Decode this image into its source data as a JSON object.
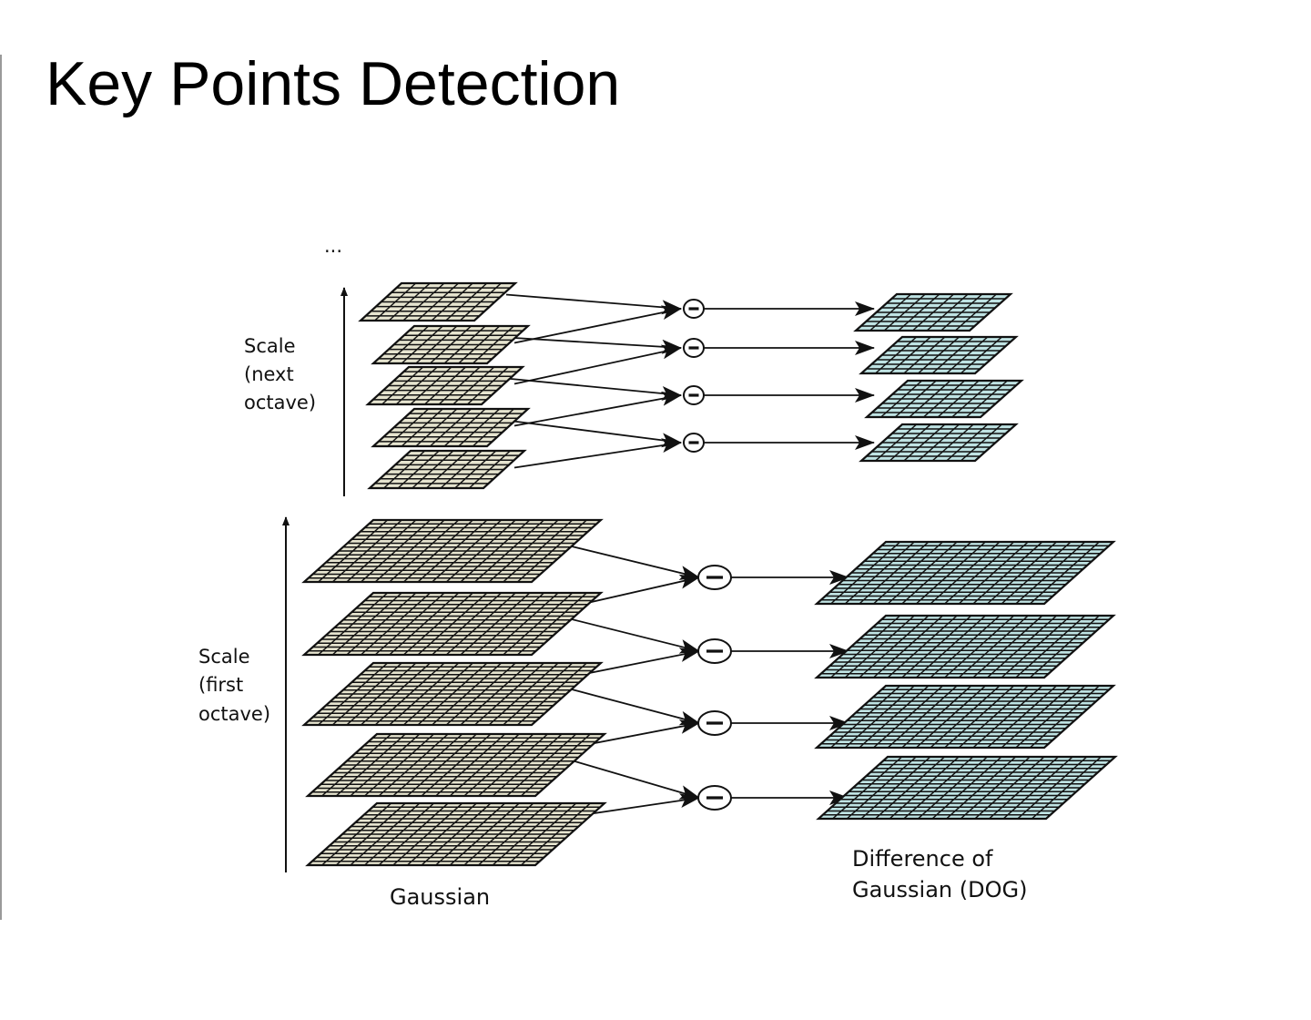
{
  "slide": {
    "title": "Key Points Detection"
  },
  "diagram": {
    "ellipsis": "...",
    "next_octave_label": [
      "Scale",
      "(next",
      "octave)"
    ],
    "first_octave_label": [
      "Scale",
      "(first",
      "octave)"
    ],
    "gaussian_caption": "Gaussian",
    "dog_caption": [
      "Difference of",
      "Gaussian (DOG)"
    ],
    "operator_symbol": "−",
    "next_octave": {
      "gaussian_levels": 5,
      "dog_levels": 4,
      "grid_cells": 8
    },
    "first_octave": {
      "gaussian_levels": 5,
      "dog_levels": 4,
      "grid_cells": 16
    },
    "colors": {
      "gaussian_fill": "#e6e4cf",
      "dog_fill": "#bfe3e3",
      "grid_line": "#111111",
      "arrow": "#111111"
    }
  }
}
